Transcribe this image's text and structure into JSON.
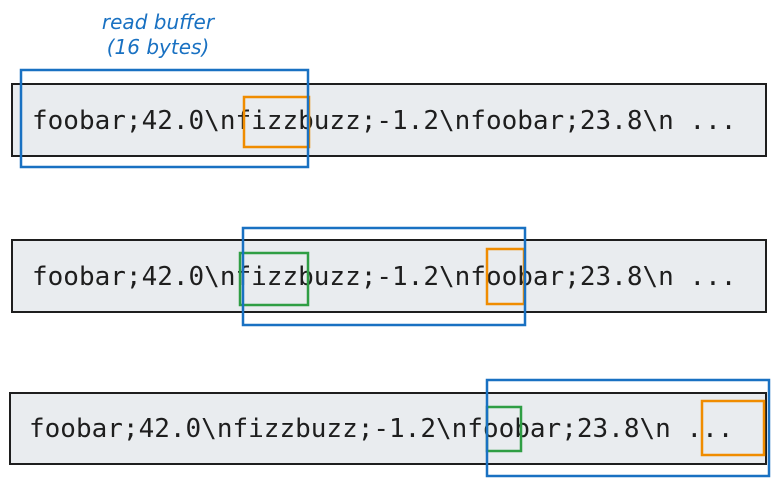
{
  "label": {
    "line1": "read buffer",
    "line2": "(16 bytes)"
  },
  "rows": [
    {
      "text": "foobar;42.0\\nfizzbuzz;-1.2\\nfoobar;23.8\\n ..."
    },
    {
      "text": "foobar;42.0\\nfizzbuzz;-1.2\\nfoobar;23.8\\n ..."
    },
    {
      "text": "foobar;42.0\\nfizzbuzz;-1.2\\nfoobar;23.8\\n ..."
    }
  ],
  "colors": {
    "buffer": "#1971c2",
    "partial": "#f08c00",
    "start": "#2f9e44",
    "strip_fill": "#e9ecef",
    "strip_stroke": "#1e1e1e"
  }
}
